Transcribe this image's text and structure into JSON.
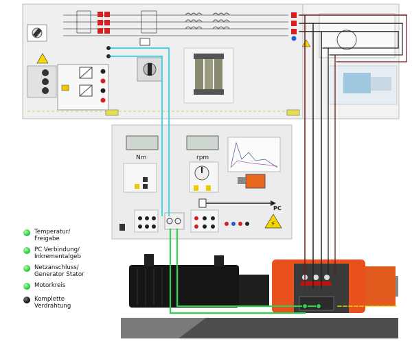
{
  "meter_left_unit": "Nm",
  "meter_right_unit": "rpm",
  "axis_label": "PC",
  "legend": [
    {
      "line1": "Temperatur/",
      "line2": "Freigabe",
      "color": "#2fd24a"
    },
    {
      "line1": "PC Verbindung/",
      "line2": "Inkrementalgeb",
      "color": "#2fd24a"
    },
    {
      "line1": "Netzanschluss/",
      "line2": "Generator Stator",
      "color": "#2fd24a"
    },
    {
      "line1": "Motorkreis",
      "line2": "",
      "color": "#2fd24a"
    },
    {
      "line1": "Komplette",
      "line2": "Verdrahtung",
      "color": "#1a1a1a"
    }
  ],
  "colors": {
    "cyan_wire": "#40d8e6",
    "green_wire": "#2fd24a",
    "dark_wire": "#222222",
    "red_wire": "#7a1e1e",
    "yellow_wire": "#e8d800",
    "motor_orange": "#e8501e",
    "panel_grey": "#ececec"
  }
}
